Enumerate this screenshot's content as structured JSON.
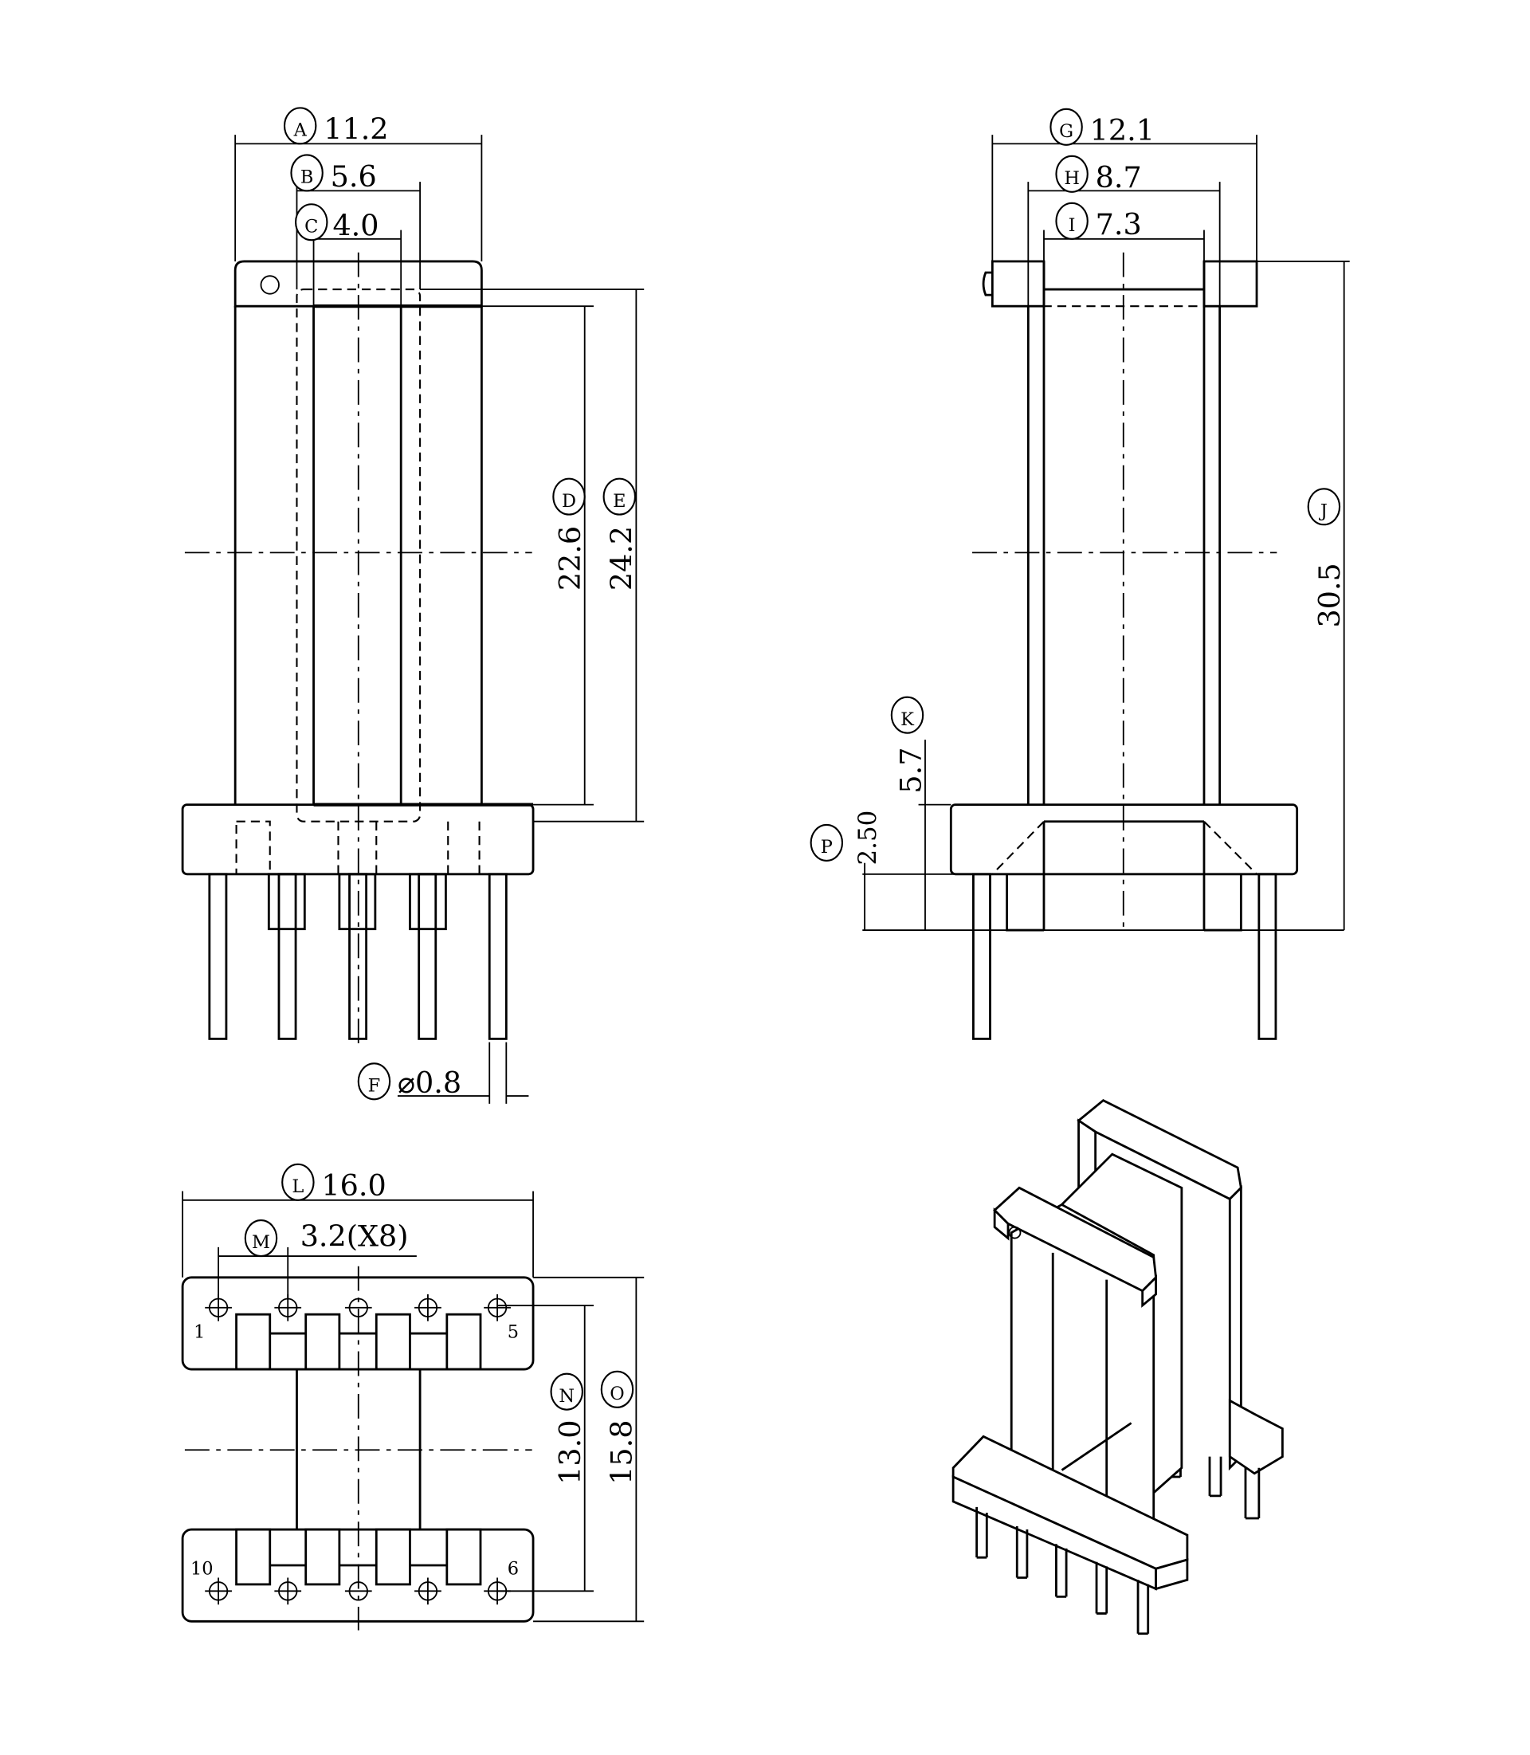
{
  "front_view": {
    "A": {
      "letter": "A",
      "value": "11.2"
    },
    "B": {
      "letter": "B",
      "value": "5.6"
    },
    "C": {
      "letter": "C",
      "value": "4.0"
    },
    "D": {
      "letter": "D",
      "value": "22.6"
    },
    "E": {
      "letter": "E",
      "value": "24.2"
    },
    "F": {
      "letter": "F",
      "value": "⌀0.8"
    }
  },
  "side_view": {
    "G": {
      "letter": "G",
      "value": "12.1"
    },
    "H": {
      "letter": "H",
      "value": "8.7"
    },
    "I": {
      "letter": "I",
      "value": "7.3"
    },
    "J": {
      "letter": "J",
      "value": "30.5"
    },
    "K": {
      "letter": "K",
      "value": "5.7"
    },
    "P": {
      "letter": "P",
      "value": "2.50"
    }
  },
  "bottom_view": {
    "L": {
      "letter": "L",
      "value": "16.0"
    },
    "M": {
      "letter": "M",
      "value": "3.2(X8)"
    },
    "N": {
      "letter": "N",
      "value": "13.0"
    },
    "O": {
      "letter": "O",
      "value": "15.8"
    },
    "pin_labels": {
      "p1": "1",
      "p5": "5",
      "p10": "10",
      "p6": "6"
    }
  }
}
